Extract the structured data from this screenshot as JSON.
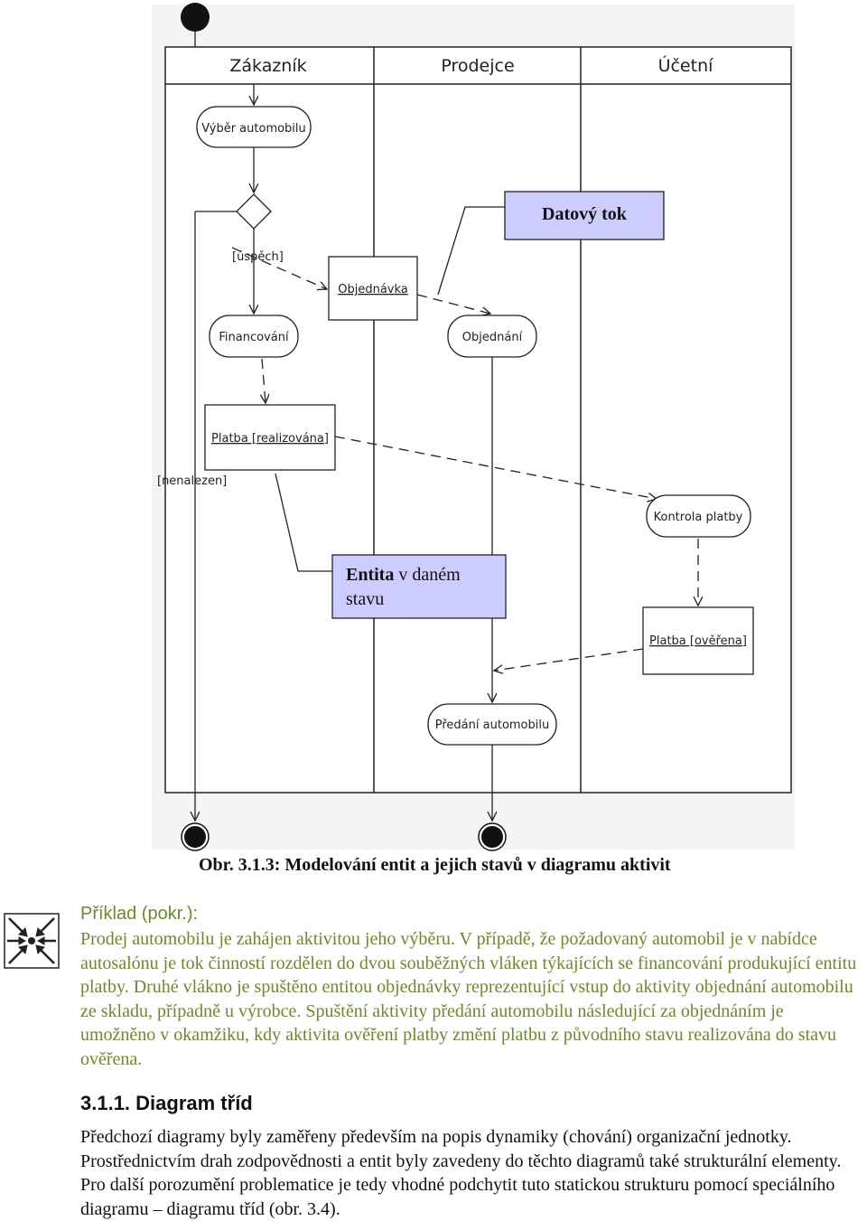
{
  "diagram": {
    "lanes": [
      "Zákazník",
      "Prodejce",
      "Účetní"
    ],
    "activities": {
      "vyber": "Výběr automobilu",
      "financovani": "Financování",
      "objednani": "Objednání",
      "kontrola": "Kontrola platby",
      "predani": "Předání automobilu"
    },
    "objects": {
      "objednavka": "Objednávka",
      "platba_realizovana": "Platba [realizována]",
      "platba_overena": "Platba [ověřena]"
    },
    "guards": {
      "uspech": "[úspěch]",
      "nenalezen": "[nenalezen]"
    },
    "callouts": {
      "datovy_tok": "Datový tok",
      "entita_bold": "Entita",
      "entita_rest": " v daném",
      "entita_line2": "stavu"
    },
    "colors": {
      "callout_fill": "#ccccff",
      "line": "#222222"
    }
  },
  "caption": "Obr. 3.1.3: Modelování entit a jejich stavů v diagramu aktivit",
  "example": {
    "icon": "arrows-inward-icon",
    "title": "Příklad (pokr.):",
    "text": "Prodej automobilu je zahájen aktivitou jeho výběru. V případě, že požadovaný automobil je v nabídce autosalónu je tok činností rozdělen do dvou souběžných vláken týkajících se financování produkující entitu platby. Druhé vlákno je spuštěno entitou objednávky reprezentující vstup do aktivity objednání automobilu ze skladu, případně u výrobce. Spuštění aktivity předání automobilu následující za objednáním je umožněno v okamžiku, kdy aktivita ověření platby změní platbu z původního stavu realizována do stavu ověřena."
  },
  "section": {
    "heading": "3.1.1. Diagram tříd",
    "text": "Předchozí diagramy byly zaměřeny především na popis dynamiky (chování) organizační jednotky. Prostřednictvím drah zodpovědnosti a entit byly zavedeny do těchto diagramů také strukturální elementy. Pro další porozumění problematice je tedy vhodné podchytit tuto statickou strukturu pomocí speciálního diagramu – diagramu tříd (obr. 3.4)."
  }
}
